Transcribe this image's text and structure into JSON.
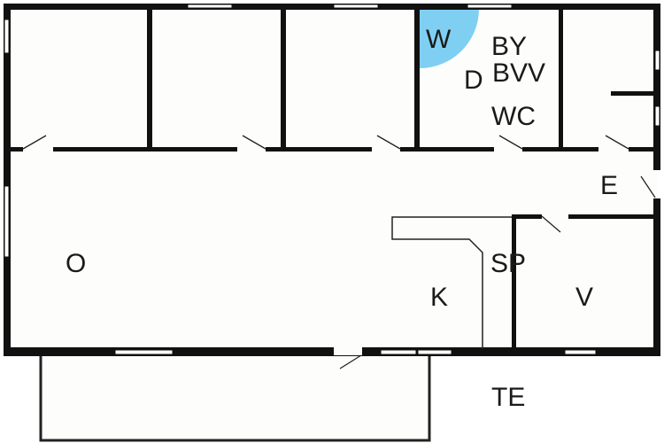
{
  "rooms": {
    "o": "O",
    "k": "K",
    "sp": "SP",
    "v": "V",
    "e": "E",
    "te": "TE",
    "w": "W",
    "wc": "WC",
    "by": "BY",
    "bvv": "BVV",
    "d": "D"
  },
  "colors": {
    "wall": "#111111",
    "floor": "#fdfdfb",
    "highlight": "#7fcff3"
  }
}
